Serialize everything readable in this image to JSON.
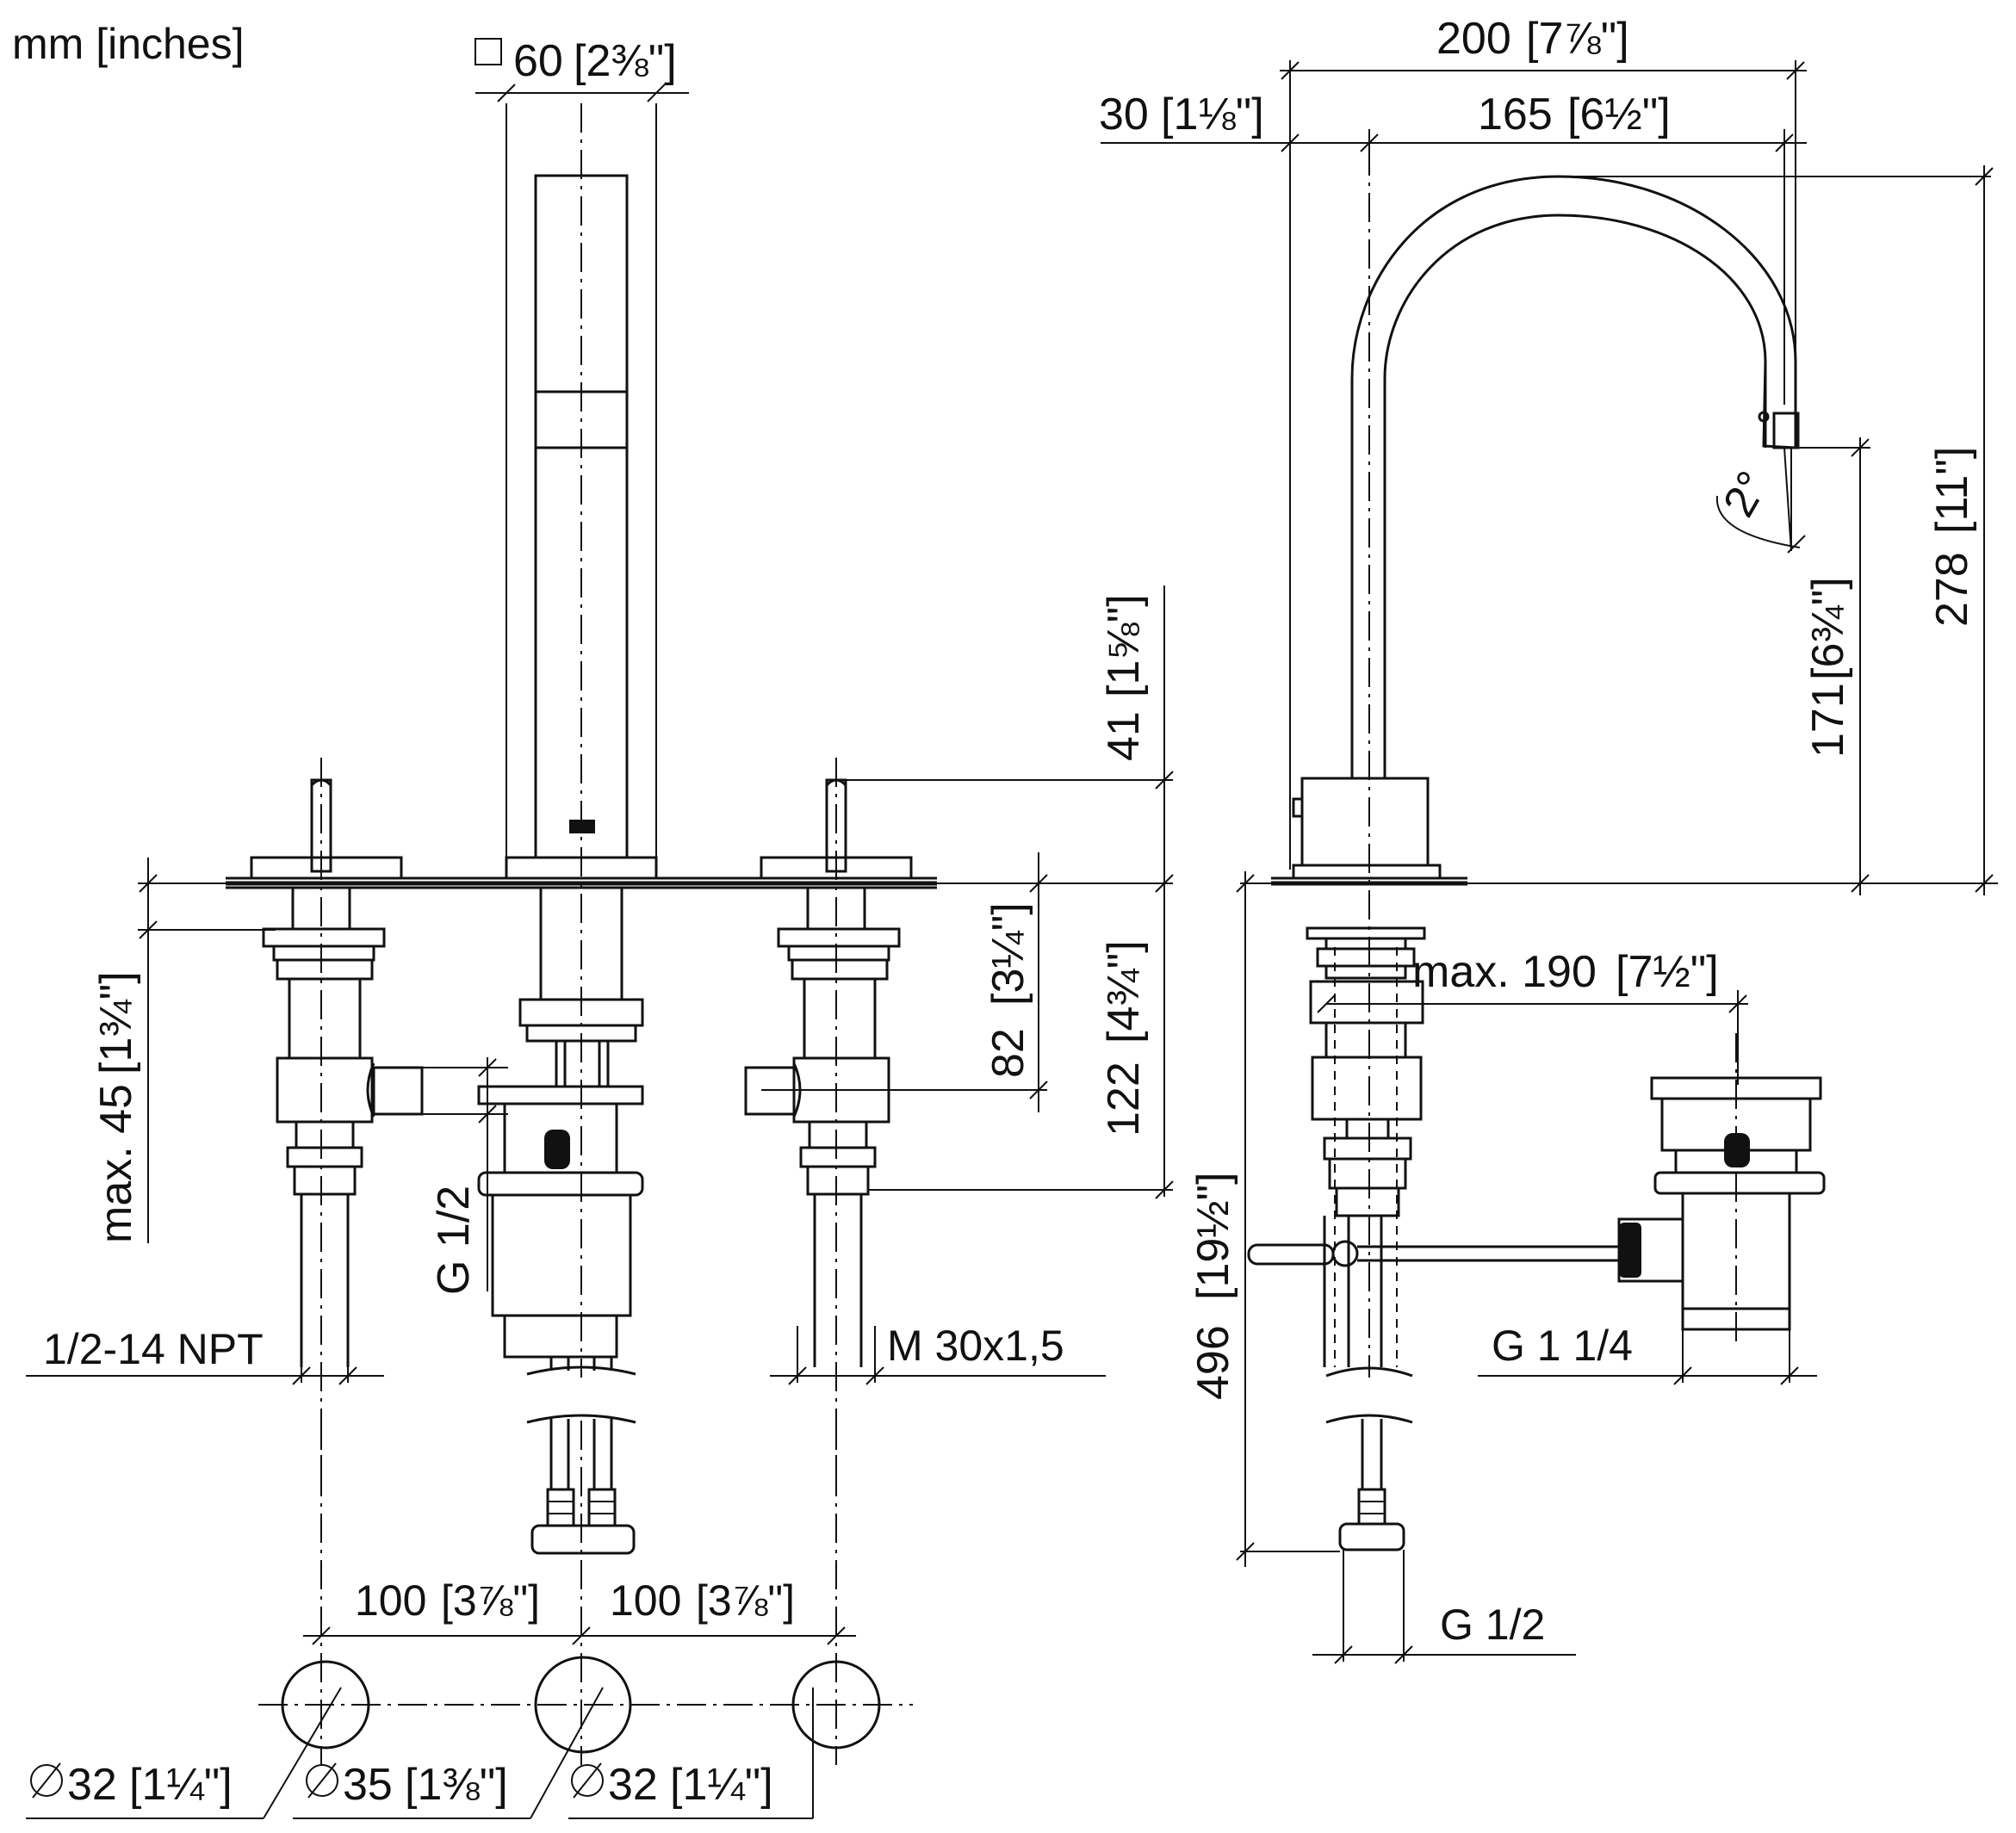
{
  "units_note": "mm [inches]",
  "labels": {
    "square_60": "60",
    "square_60_in": "[2⅜\"]",
    "w200": "200",
    "w200_in": "[7⅞\"]",
    "w30": "30",
    "w30_in": "[1⅛\"]",
    "w165": "165",
    "w165_in": "[6½\"]",
    "h278": "278",
    "h278_in": "[11\"]",
    "h171": "171",
    "h171_in": "[6¾\"]",
    "angle2": "2°",
    "h41": "41",
    "h41_in": "[1⅝\"]",
    "h82": "82",
    "h82_in": "[3¼\"]",
    "h122": "122",
    "h122_in": "[4¾\"]",
    "max45": "max. 45",
    "max45_in": "[1¾\"]",
    "max190": "max. 190",
    "max190_in": "[7½\"]",
    "h496": "496",
    "h496_in": "[19½\"]",
    "g12_left": "G 1/2",
    "npt": "1/2-14 NPT",
    "m30": "M 30x1,5",
    "g114": "G 1 1/4",
    "g12_right": "G 1/2",
    "d100a": "100",
    "d100a_in": "[3⅞\"]",
    "d100b": "100",
    "d100b_in": "[3⅞\"]",
    "dia32a": "32",
    "dia32a_in": "[1¼\"]",
    "dia35": "35",
    "dia35_in": "[1⅜\"]",
    "dia32b": "32",
    "dia32b_in": "[1¼\"]"
  }
}
